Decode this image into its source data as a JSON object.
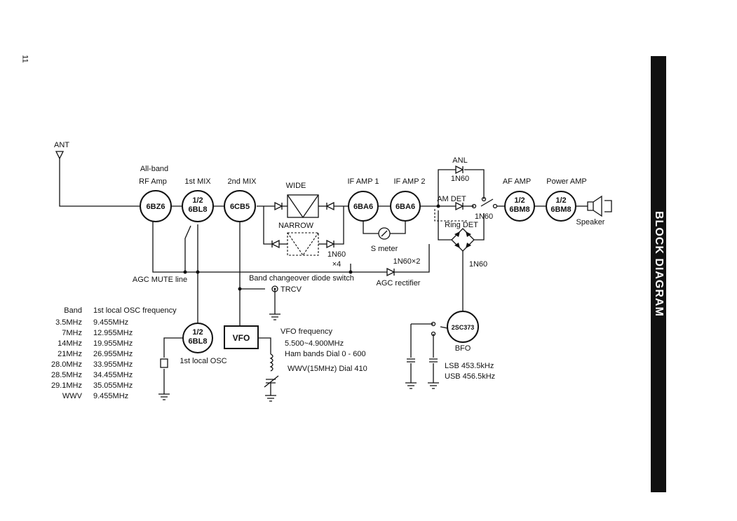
{
  "title": "BLOCK DIAGRAM",
  "page_number": "11",
  "labels": {
    "ant": "ANT",
    "all_band": "All-band",
    "rf_amp": "RF Amp",
    "first_mix": "1st MIX",
    "second_mix": "2nd MIX",
    "wide": "WIDE",
    "narrow": "NARROW",
    "if_amp1": "IF AMP 1",
    "if_amp2": "IF AMP 2",
    "anl": "ANL",
    "anl_diode": "1N60",
    "am_det": "AM DET",
    "am_det_diode": "1N60",
    "ring_det": "Ring DET",
    "af_amp": "AF AMP",
    "power_amp": "Power AMP",
    "speaker": "Speaker",
    "s_meter": "S meter",
    "filter_diode": "1N60",
    "filter_diode_count": "×4",
    "agc_diode": "1N60×2",
    "ring_diode": "1N60",
    "agc_mute": "AGC MUTE line",
    "band_switch": "Band changeover diode switch",
    "agc_rectifier": "AGC rectifier",
    "trcv": "TRCV",
    "vfo_box": "VFO",
    "first_local_osc": "1st local OSC",
    "bfo": "BFO"
  },
  "tubes": {
    "rf": "6BZ6",
    "mix1_frac": "1/2",
    "mix1": "6BL8",
    "mix2": "6CB5",
    "if1": "6BA6",
    "if2": "6BA6",
    "af_frac": "1/2",
    "af": "6BM8",
    "pwr_frac": "1/2",
    "pwr": "6BM8",
    "osc_frac": "1/2",
    "osc": "6BL8",
    "bfo": "2SC373"
  },
  "band_table": {
    "header_band": "Band",
    "header_freq": "1st local OSC frequency",
    "rows": [
      {
        "band": "3.5MHz",
        "freq": "9.455MHz"
      },
      {
        "band": "7MHz",
        "freq": "12.955MHz"
      },
      {
        "band": "14MHz",
        "freq": "19.955MHz"
      },
      {
        "band": "21MHz",
        "freq": "26.955MHz"
      },
      {
        "band": "28.0MHz",
        "freq": "33.955MHz"
      },
      {
        "band": "28.5MHz",
        "freq": "34.455MHz"
      },
      {
        "band": "29.1MHz",
        "freq": "35.055MHz"
      },
      {
        "band": "WWV",
        "freq": "9.455MHz"
      }
    ]
  },
  "vfo_info": {
    "heading": "VFO frequency",
    "range": "5.500~4.900MHz",
    "ham": "Ham bands Dial 0 - 600",
    "wwv": "WWV(15MHz) Dial 410"
  },
  "bfo_info": {
    "lsb": "LSB 453.5kHz",
    "usb": "USB 456.5kHz"
  }
}
